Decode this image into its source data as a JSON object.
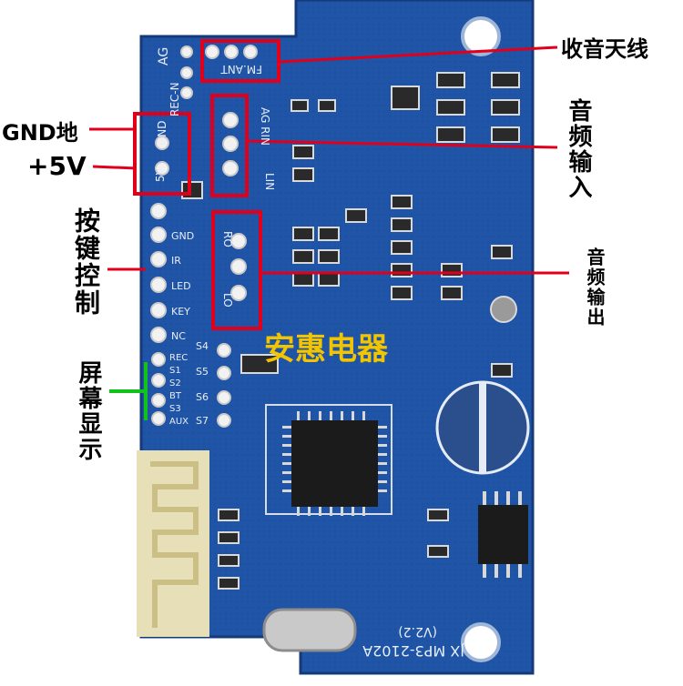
{
  "labels": {
    "fm_antenna": "收音天线",
    "audio_in": "音频输入",
    "audio_out": "音频输出",
    "gnd": "GND地",
    "power": "+5V",
    "buttons": "按键控制",
    "display": "屏幕显示",
    "vendor": "安惠电器"
  },
  "silkscreen": {
    "ag": "AG",
    "fm_ant": "FM.ANT",
    "rec_n": "REC-N",
    "gnd": "GND",
    "v5": "5V",
    "ag_rin": "AG RIN",
    "lin": "LIN",
    "ro": "RO",
    "lo": "LO",
    "pins": [
      "GND",
      "IR",
      "LED",
      "KEY",
      "NC"
    ],
    "mode_pins": [
      "REC",
      "S1",
      "S2",
      "BT",
      "S3",
      "AUX"
    ],
    "s_labels": [
      "S4",
      "S5",
      "S6",
      "S7"
    ],
    "board_name": "JX MP3-2102A",
    "version": "(V2.2)"
  },
  "colors": {
    "board": "#1d4f9e",
    "board_dark": "#173f82",
    "callout": "#e0001b",
    "display_bracket": "#11c21a",
    "vendor_text": "#f3c500"
  }
}
